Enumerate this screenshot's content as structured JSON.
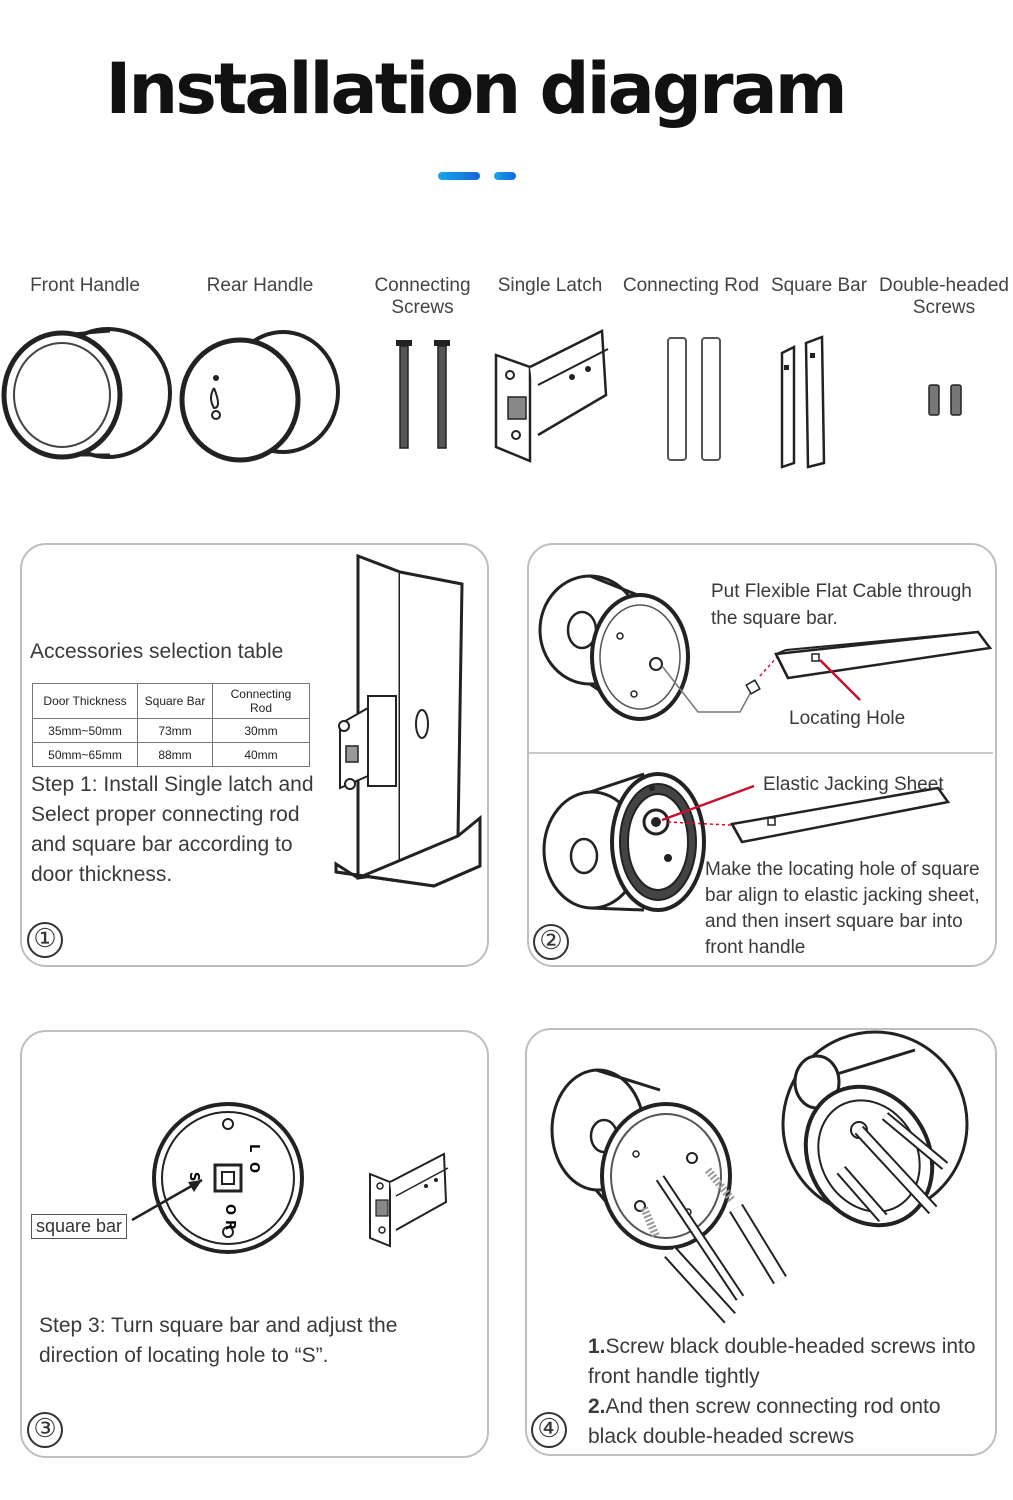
{
  "title": "Installation diagram",
  "colors": {
    "accent_start": "#1aa7e8",
    "accent_end": "#1466d8",
    "panel_border": "#bfbfbf",
    "arrow_red": "#c8102e"
  },
  "parts": [
    {
      "label": "Front Handle"
    },
    {
      "label": "Rear Handle"
    },
    {
      "label": "Connecting Screws"
    },
    {
      "label": "Single Latch"
    },
    {
      "label": "Connecting Rod"
    },
    {
      "label": "Square Bar"
    },
    {
      "label": "Double-headed Screws"
    }
  ],
  "step1": {
    "number": "①",
    "table_title": "Accessories selection table",
    "headers": [
      "Door Thickness",
      "Square Bar",
      "Connecting Rod"
    ],
    "rows": [
      [
        "35mm~50mm",
        "73mm",
        "30mm"
      ],
      [
        "50mm~65mm",
        "88mm",
        "40mm"
      ]
    ],
    "text": "Step 1: Install Single latch and Select proper connecting rod and square bar according to door thickness."
  },
  "step2": {
    "number": "②",
    "top_text": "Put Flexible Flat Cable through the square bar.",
    "locating_hole": "Locating Hole",
    "elastic_sheet": "Elastic Jacking Sheet",
    "bottom_text": "Make the locating hole of square bar align to elastic jacking sheet, and then insert square bar into front handle"
  },
  "step3": {
    "number": "③",
    "tag": "square bar",
    "dial_letters": [
      "L",
      "O",
      "S",
      "O",
      "R"
    ],
    "text": "Step 3: Turn square bar and adjust the direction of locating hole to “S”."
  },
  "step4": {
    "number": "④",
    "line1_num": "1.",
    "line1": "Screw black double-headed screws into front handle tightly",
    "line2_num": "2.",
    "line2": "And then screw connecting rod onto black double-headed screws"
  }
}
